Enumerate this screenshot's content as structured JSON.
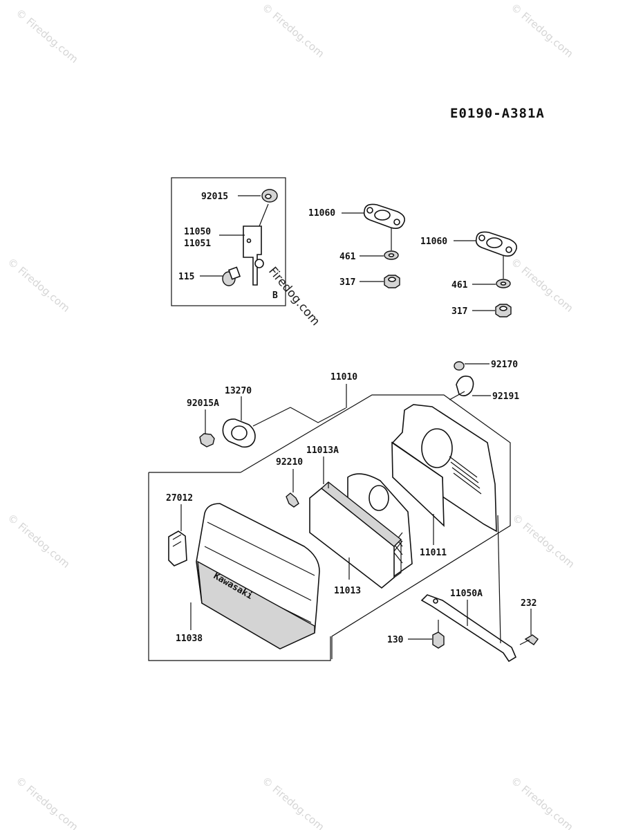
{
  "diagram_code": "E0190-A381A",
  "watermark": "© Firedog.com",
  "center_watermark": "Firedog.com",
  "inset_marker": "B",
  "parts": {
    "p92015": "92015",
    "p11050": "11050",
    "p11051": "11051",
    "p115": "115",
    "p11060_a": "11060",
    "p461_a": "461",
    "p317_a": "317",
    "p11060_b": "11060",
    "p461_b": "461",
    "p317_b": "317",
    "p11010": "11010",
    "p92170": "92170",
    "p92191": "92191",
    "p13270": "13270",
    "p92015A": "92015A",
    "p11013A": "11013A",
    "p92210": "92210",
    "p27012": "27012",
    "p11011": "11011",
    "p11013": "11013",
    "p11050A": "11050A",
    "p232": "232",
    "p130": "130",
    "p11038": "11038"
  },
  "cover_brand": "Kawasaki"
}
